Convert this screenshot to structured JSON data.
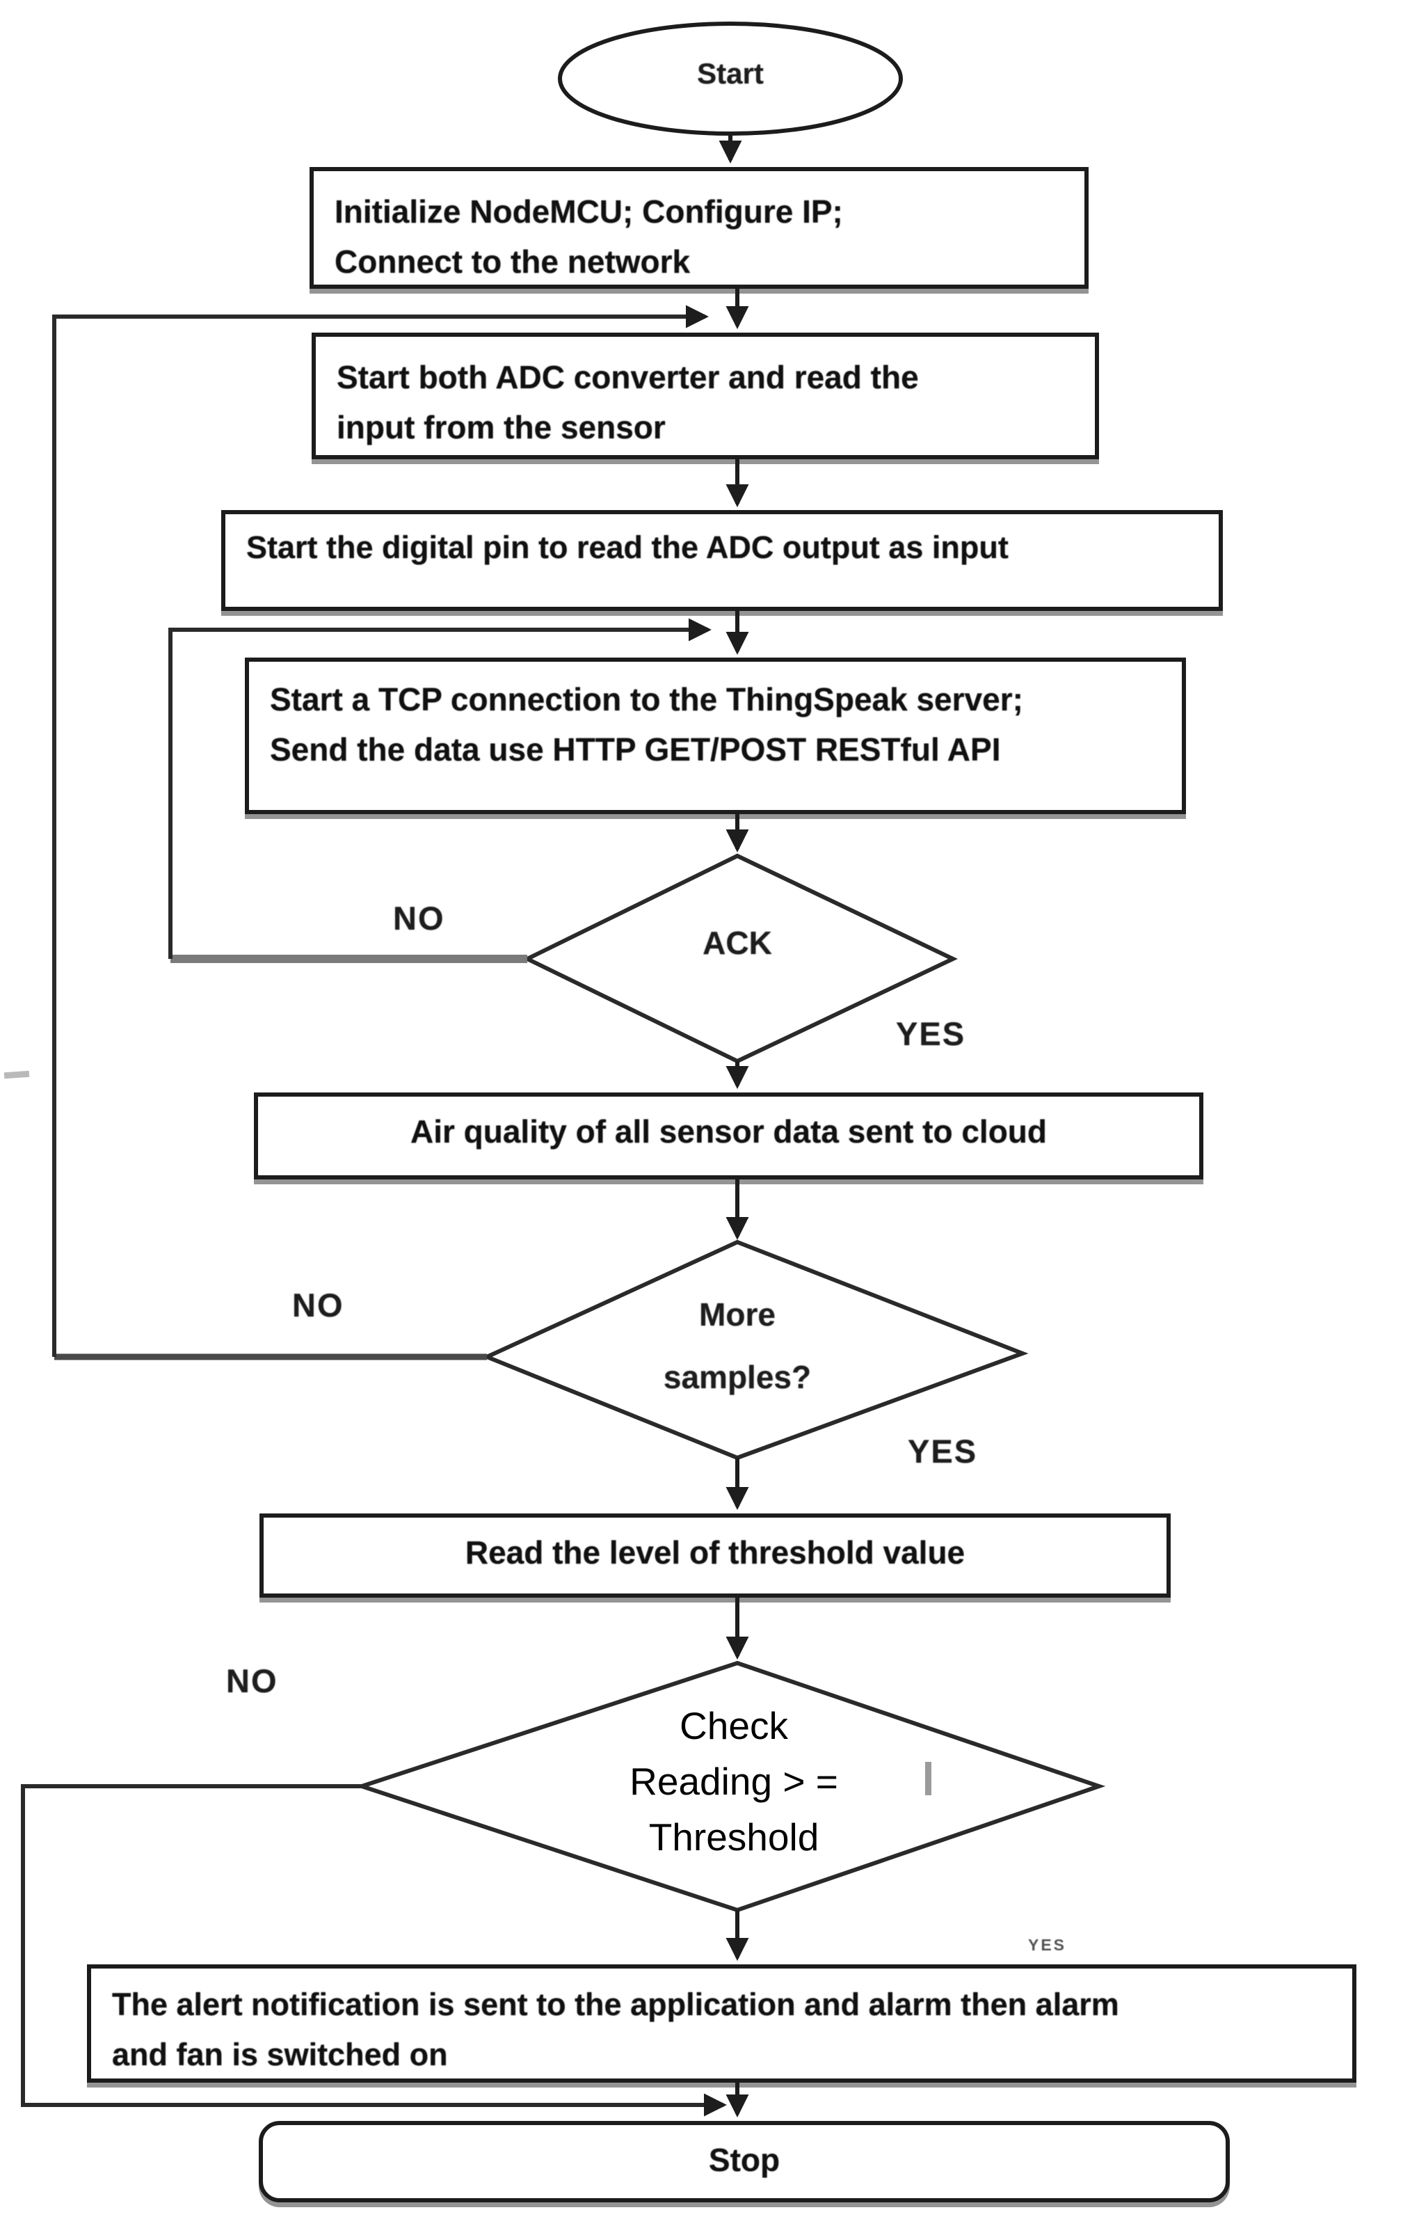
{
  "flowchart": {
    "nodes": {
      "start": {
        "label": "Start"
      },
      "init": {
        "line1": "Initialize NodeMCU; Configure IP;",
        "line2": "Connect to the network"
      },
      "adc": {
        "line1": "Start both ADC converter and read the",
        "line2": "input from the sensor"
      },
      "digital_pin": {
        "label": "Start the digital pin to read the ADC output as input"
      },
      "tcp": {
        "line1": "Start a TCP connection to the ThingSpeak server;",
        "line2": "Send the data use HTTP GET/POST RESTful API"
      },
      "ack": {
        "label": "ACK"
      },
      "cloud": {
        "label": "Air quality of all sensor data sent to cloud"
      },
      "samples": {
        "line1": "More",
        "line2": "samples?"
      },
      "threshold": {
        "label": "Read the level of threshold value"
      },
      "check": {
        "line1": "Check",
        "line2": "Reading > =",
        "line3": "Threshold"
      },
      "alert": {
        "line1": "The alert notification is sent to the application and alarm then alarm",
        "line2": "and fan is switched on"
      },
      "stop": {
        "label": "Stop"
      }
    },
    "edge_labels": {
      "ack_no": "NO",
      "ack_yes": "YES",
      "samples_no": "NO",
      "samples_yes": "YES",
      "check_no": "NO",
      "check_yes": "YES"
    },
    "colors": {
      "line": "#2a2a2a",
      "box_border": "#1c1c1c",
      "shadow": "#949494",
      "background": "#ffffff",
      "text": "#111111"
    }
  }
}
